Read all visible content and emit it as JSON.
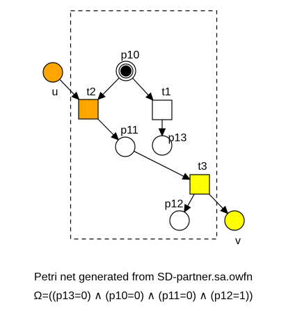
{
  "title_lines": [
    "Petri net generated from SD-partner.sa.owfn",
    "Ω=((p13=0) ∧ (p10=0) ∧ (p11=0) ∧ (p12=1))"
  ],
  "colors": {
    "interface_place_fill": "#FFA500",
    "output_place_fill": "#FFFF00",
    "transition_t2_fill": "#FFA500",
    "transition_t3_fill": "#FFFF00",
    "transition_t1_fill": "#FFFFFF",
    "inner_place_fill": "#FFFFFF",
    "token_fill": "#000000",
    "stroke": "#000000"
  },
  "places": [
    {
      "id": "u",
      "label": "u",
      "fill": "#FFA500",
      "tokens": 0
    },
    {
      "id": "p10",
      "label": "p10",
      "fill": "#FFFFFF",
      "tokens": 1
    },
    {
      "id": "p11",
      "label": "p11",
      "fill": "#FFFFFF",
      "tokens": 0
    },
    {
      "id": "p13",
      "label": "p13",
      "fill": "#FFFFFF",
      "tokens": 0
    },
    {
      "id": "p12",
      "label": "p12",
      "fill": "#FFFFFF",
      "tokens": 0
    },
    {
      "id": "v",
      "label": "v",
      "fill": "#FFFF00",
      "tokens": 0
    }
  ],
  "transitions": [
    {
      "id": "t1",
      "label": "t1",
      "fill": "#FFFFFF"
    },
    {
      "id": "t2",
      "label": "t2",
      "fill": "#FFA500"
    },
    {
      "id": "t3",
      "label": "t3",
      "fill": "#FFFF00"
    }
  ],
  "arcs": [
    {
      "from": "u",
      "to": "t2"
    },
    {
      "from": "p10",
      "to": "t2"
    },
    {
      "from": "p10",
      "to": "t1"
    },
    {
      "from": "t1",
      "to": "p13"
    },
    {
      "from": "t2",
      "to": "p11"
    },
    {
      "from": "p11",
      "to": "t3"
    },
    {
      "from": "t3",
      "to": "p12"
    },
    {
      "from": "t3",
      "to": "v"
    }
  ]
}
